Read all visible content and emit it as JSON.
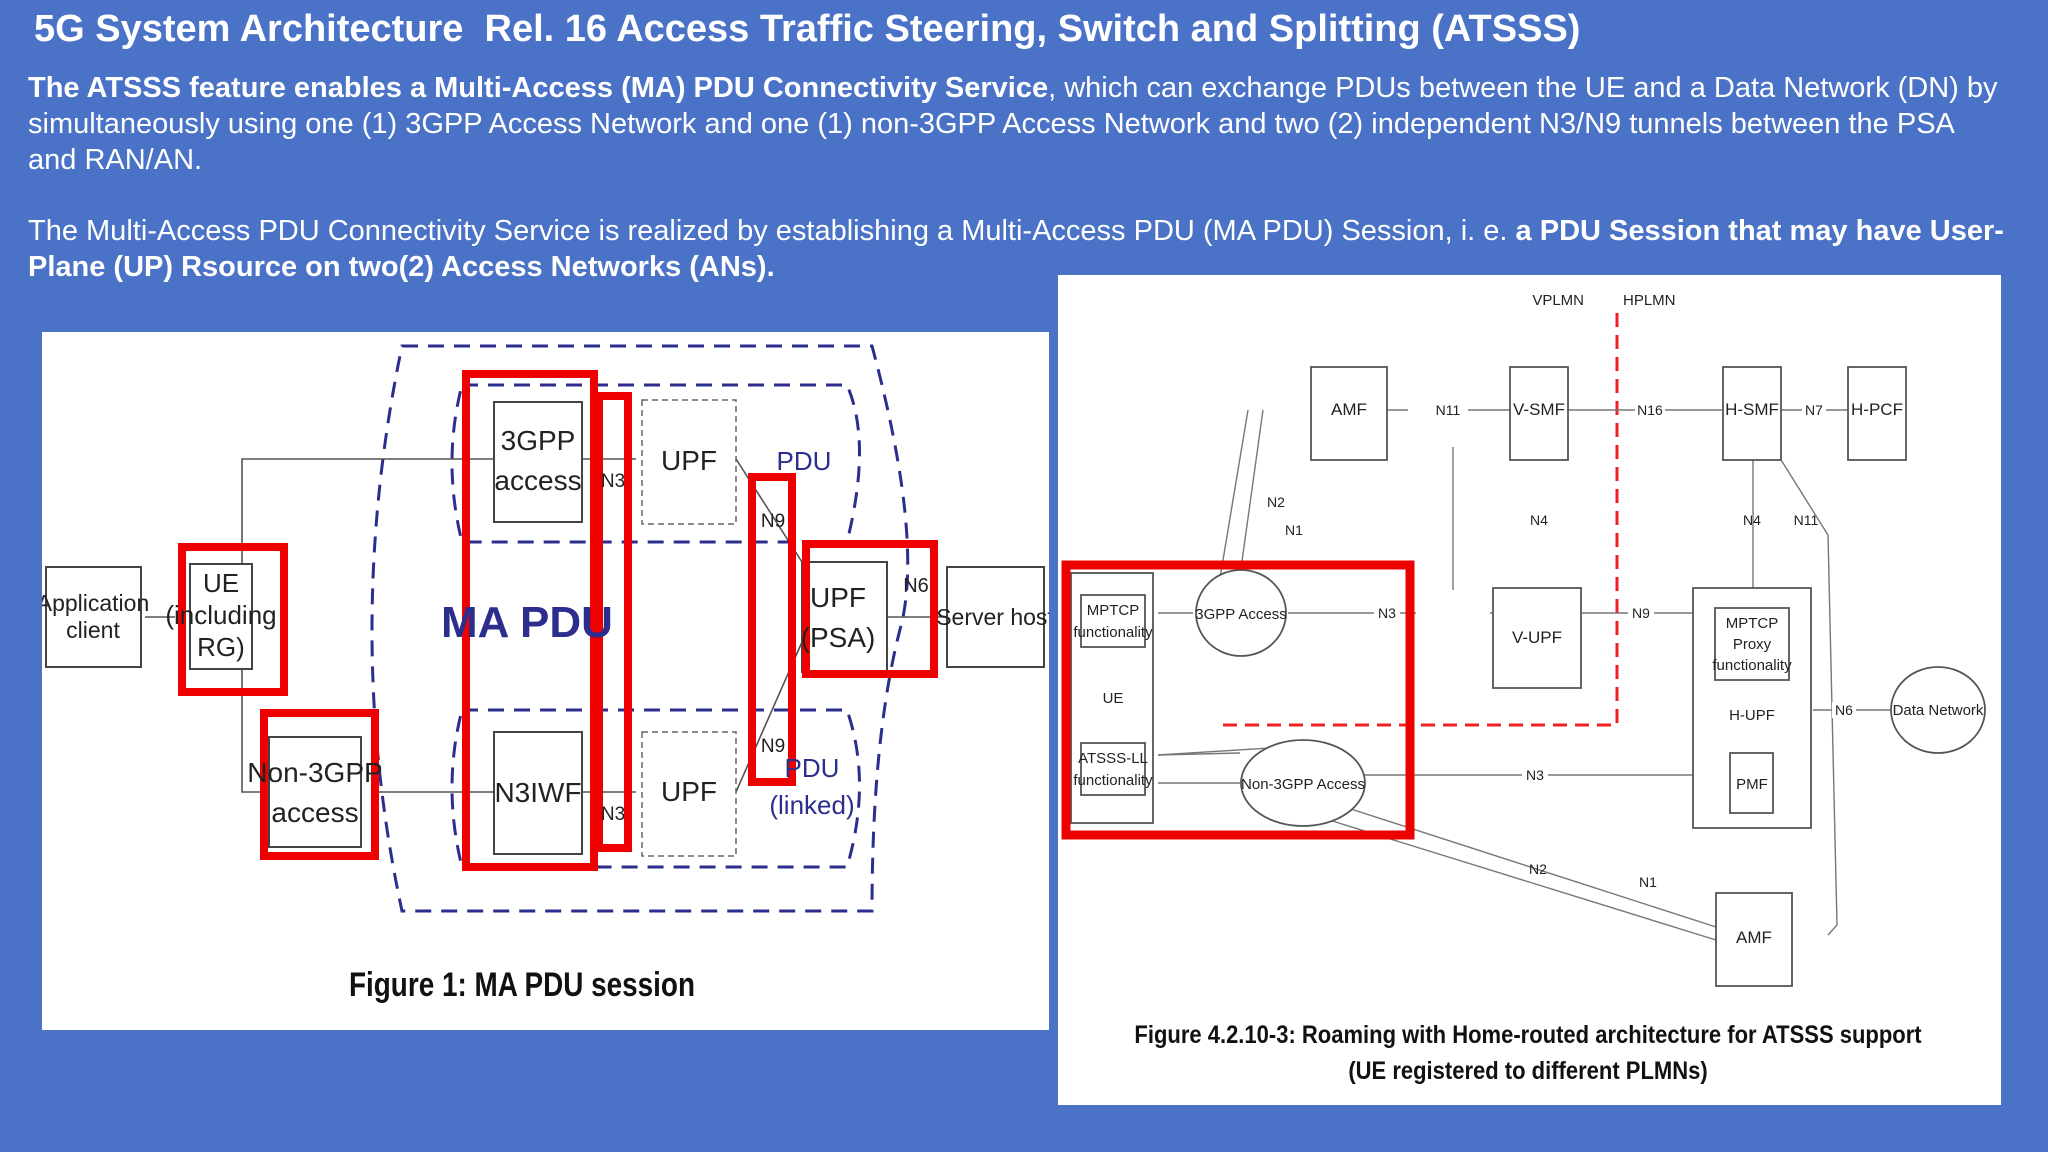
{
  "title": "5G System Architecture  Rel. 16 Access Traffic Steering, Switch and Splitting (ATSSS)",
  "paragraph1": {
    "bold": "The ATSSS feature enables a Multi-Access (MA) PDU Connectivity Service",
    "rest": ", which can exchange PDUs between the UE and a Data Network (DN) by simultaneously using one (1) 3GPP Access Network and one (1) non-3GPP Access Network and two (2)  independent N3/N9 tunnels between the PSA and RAN/AN."
  },
  "paragraph2": {
    "normal": "The Multi-Access PDU Connectivity Service is realized by establishing a Multi-Access PDU (MA PDU) Session, i. e. ",
    "bold": "a PDU Session that may have User-Plane (UP) Rsource on two(2) Access Networks (ANs)."
  },
  "figure1": {
    "caption": "Figure 1: MA PDU session",
    "app_client": [
      "Application",
      "client"
    ],
    "ue": [
      "UE",
      "(including",
      "RG)"
    ],
    "non3gpp": [
      "Non-3GPP",
      "access"
    ],
    "gpp3": [
      "3GPP",
      "access"
    ],
    "n3iwf": "N3IWF",
    "upf_top": "UPF",
    "upf_bottom": "UPF",
    "upf_psa": [
      "UPF",
      "(PSA)"
    ],
    "server_host": "Server host",
    "ma_pdu": "MA PDU",
    "pdu": "PDU",
    "pdu_linked": [
      "PDU",
      "(linked)"
    ],
    "n3": "N3",
    "n9": "N9",
    "n6": "N6"
  },
  "figure2": {
    "caption": "Figure 4.2.10-3: Roaming with Home-routed architecture for ATSSS support (UE registered to different PLMNs)",
    "vplmn": "VPLMN",
    "hplmn": "HPLMN",
    "amf_top": "AMF",
    "v_smf": "V-SMF",
    "h_smf": "H-SMF",
    "h_pcf": "H-PCF",
    "mptcp": [
      "MPTCP",
      "functionality"
    ],
    "ue": "UE",
    "atsss_ll": [
      "ATSSS-LL",
      "functionality"
    ],
    "access_3gpp": "3GPP Access",
    "access_non3gpp": "Non-3GPP Access",
    "v_upf": "V-UPF",
    "mptcp_proxy": [
      "MPTCP",
      "Proxy",
      "functionality"
    ],
    "h_upf": "H-UPF",
    "pmf": "PMF",
    "data_network": "Data Network",
    "amf_bottom": "AMF",
    "labels": {
      "n11": "N11",
      "n16": "N16",
      "n7": "N7",
      "n2": "N2",
      "n1": "N1",
      "n4": "N4",
      "n3": "N3",
      "n9": "N9",
      "n6": "N6"
    }
  },
  "colors": {
    "background": "#4a72c6",
    "highlight": "#ee0000",
    "dash": "#2b2e8c"
  }
}
